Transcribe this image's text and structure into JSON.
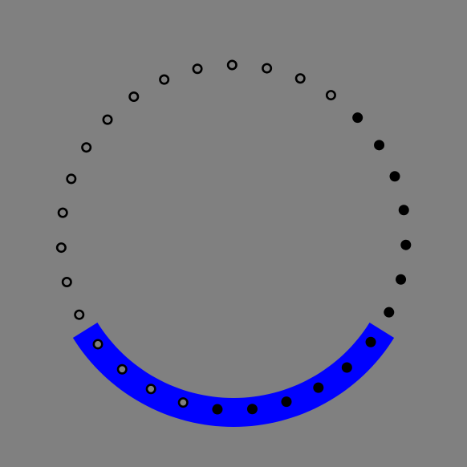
{
  "background_color": "#808080",
  "arc_color": "#0000ff",
  "dot_ring": {
    "dot_count": 31,
    "filled_color": "#000000",
    "hollow_fill_color": "#808080",
    "hollow_stroke_color": "#000000",
    "states": [
      "filled",
      "filled",
      "filled",
      "filled",
      "filled",
      "filled",
      "filled",
      "filled",
      "filled",
      "filled",
      "filled",
      "filled",
      "filled",
      "hollow",
      "hollow",
      "hollow",
      "hollow",
      "hollow",
      "hollow",
      "hollow",
      "hollow",
      "hollow",
      "hollow",
      "hollow",
      "hollow",
      "hollow",
      "hollow",
      "hollow",
      "hollow",
      "hollow",
      "hollow"
    ]
  }
}
